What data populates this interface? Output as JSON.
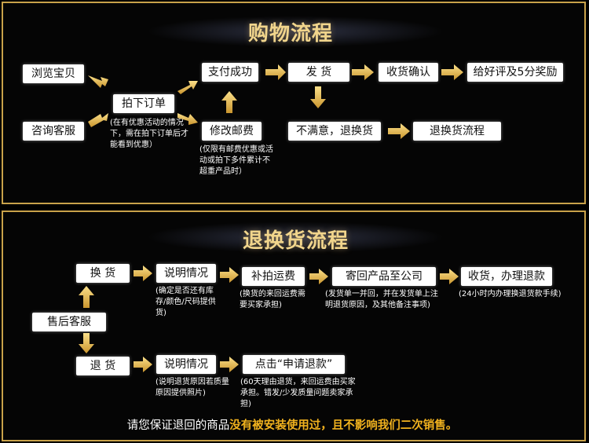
{
  "shopping": {
    "title": "购物流程",
    "browse": "浏览宝贝",
    "consult": "咨询客服",
    "order": "拍下订单",
    "order_note": "(在有优惠活动的情况下，需在拍下订单后才能看到优惠）",
    "paid": "支付成功",
    "ship": "发  货",
    "confirm": "收货确认",
    "review": "给好评及5分奖励",
    "modify": "修改邮费",
    "modify_note": "(仅限有邮费优惠或活动或拍下多件累计不超重产品时）",
    "unhappy": "不满意，退换货",
    "return_flow": "退换货流程"
  },
  "returns": {
    "title": "退换货流程",
    "exchange": "换  货",
    "aftersale": "售后客服",
    "refund": "退  货",
    "explain1": "说明情况",
    "explain1_note": "(确定是否还有库存/颜色/尺码提供货)",
    "postage": "补拍运费",
    "postage_note": "(换货的来回运费需要买家承担)",
    "send": "寄回产品至公司",
    "send_note": "(发货单一并回，并在发货单上注明退货原因，及其他备注事项)",
    "receive": "收货，办理退款",
    "receive_note": "(24小时内办理换退货款手续)",
    "explain2": "说明情况",
    "explain2_note": "(说明退货原因若质量原因提供照片)",
    "click": "点击“申请退款”",
    "click_note": "(60天理由退货，来回运费由买家承担。错发/少发质量问题卖家承担)"
  },
  "footer": {
    "part1": "请您保证退回的商品",
    "part2": "没有被安装使用过，",
    "part3": "且不影响我们二次销售。"
  },
  "colors": {
    "gold": "#c9a24a",
    "arrow": "#e8c25a",
    "highlight": "#f1b21e"
  }
}
